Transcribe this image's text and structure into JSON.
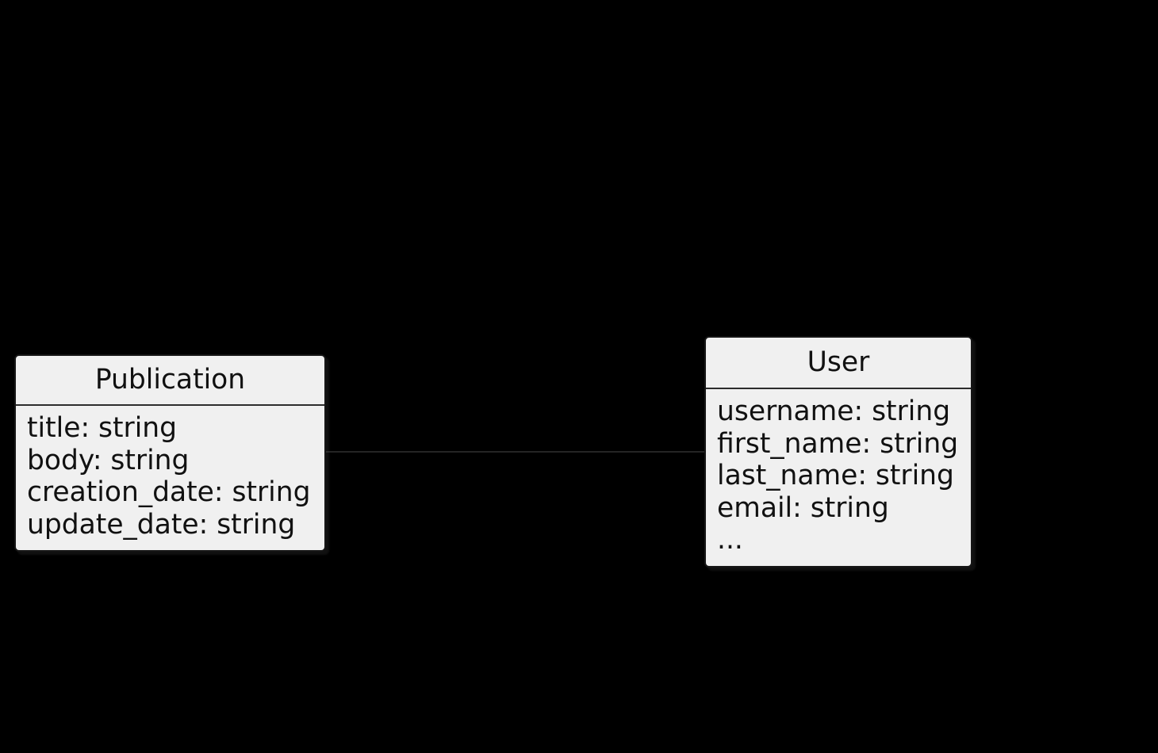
{
  "diagram": {
    "type": "uml-class-diagram",
    "background_color": "#000000",
    "node_fill_color": "#f0f0f0",
    "node_text_color": "#111111",
    "connector_color": "#242424"
  },
  "publication": {
    "title": "Publication",
    "attributes": [
      "title: string",
      "body: string",
      "creation_date: string",
      "update_date: string"
    ]
  },
  "user": {
    "title": "User",
    "attributes": [
      "username: string",
      "first_name: string",
      "last_name: string",
      "email: string",
      "..."
    ]
  }
}
